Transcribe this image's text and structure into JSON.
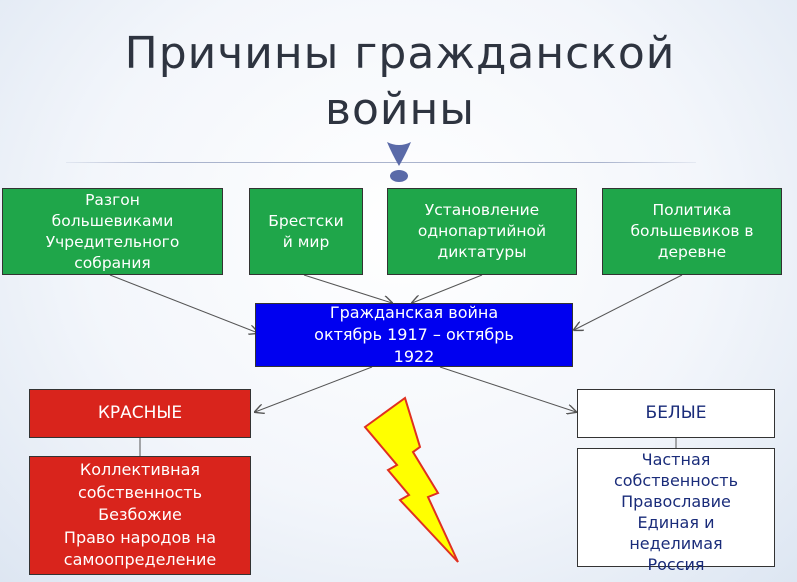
{
  "title": {
    "line1": "Причины гражданской",
    "line2": "войны"
  },
  "causes": [
    {
      "line1": "Разгон",
      "line2": "большевиками",
      "line3": "Учредительного",
      "line4": "собрания"
    },
    {
      "line1": "Брестски",
      "line2": "й мир"
    },
    {
      "line1": "Установление",
      "line2": "однопартийной",
      "line3": "диктатуры"
    },
    {
      "line1": "Политика",
      "line2": "большевиков в",
      "line3": "деревне"
    }
  ],
  "center": {
    "line1": "Гражданская война",
    "line2": "октябрь 1917 – октябрь",
    "line3": "1922"
  },
  "reds": {
    "label": "КРАСНЫЕ",
    "items": [
      "Коллективная",
      "собственность",
      "Безбожие",
      "Право народов на",
      "самоопределение"
    ]
  },
  "whites": {
    "label": "БЕЛЫЕ",
    "items": [
      "Частная",
      "собственность",
      "Православие",
      "Единая и",
      "неделимая",
      "Россия"
    ]
  },
  "colors": {
    "green": "#1fa64a",
    "blue": "#0000f0",
    "red": "#d9241c",
    "lightning": "#ffff00",
    "lightning_outline": "#e03020"
  }
}
